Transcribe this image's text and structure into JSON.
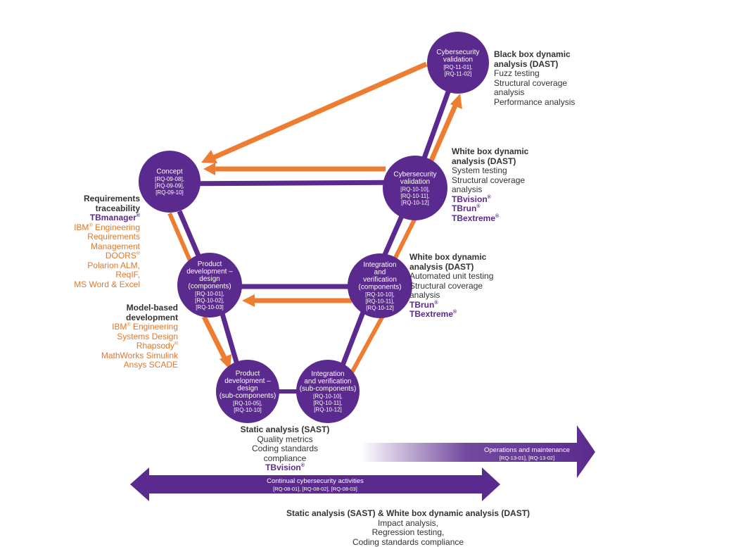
{
  "colors": {
    "purple": "#5b2a8e",
    "orange": "#ed7d31",
    "heading_text": "#333333",
    "orange_text": "#e0782a"
  },
  "nodes": {
    "concept": {
      "title": [
        "Concept"
      ],
      "reqs": [
        "[RQ-09-08],",
        "[RQ-09-09],",
        "[RQ-09-10]"
      ]
    },
    "design_components": {
      "title": [
        "Product",
        "development –",
        "design",
        "(components)"
      ],
      "reqs": [
        "[RQ-10-01],",
        "[RQ-10-02],",
        "[RQ-10-03]"
      ]
    },
    "design_subcomponents": {
      "title": [
        "Product",
        "development –",
        "design",
        "(sub-components)"
      ],
      "reqs": [
        "[RQ-10-05],",
        "[RQ-10-10]"
      ]
    },
    "integration_subcomponents": {
      "title": [
        "Integration",
        "and verification",
        "(sub-components)"
      ],
      "reqs": [
        "[RQ-10-10],",
        "[RQ-10-11],",
        "[RQ-10-12]"
      ]
    },
    "integration_components": {
      "title": [
        "Integration",
        "and",
        "verification",
        "(components)"
      ],
      "reqs": [
        "[RQ-10-10],",
        "[RQ-10-11],",
        "[RQ-10-12]"
      ]
    },
    "cyber_validation_10": {
      "title": [
        "Cybersecurity",
        "validation"
      ],
      "reqs": [
        "[RQ-10-10],",
        "[RQ-10-11],",
        "[RQ-10-12]"
      ]
    },
    "cyber_validation_11": {
      "title": [
        "Cybersecurity",
        "validation"
      ],
      "reqs": [
        "[RQ-11-01],",
        "[RQ-11-02]"
      ]
    }
  },
  "labels": {
    "black_box": {
      "heading": [
        "Black box dynamic",
        "analysis (DAST)"
      ],
      "items": [
        "Fuzz testing",
        "Structural coverage",
        "analysis",
        "Performance analysis"
      ]
    },
    "white_box_system": {
      "heading": [
        "White box dynamic",
        "analysis (DAST)"
      ],
      "items": [
        "System testing",
        "Structural coverage",
        "analysis"
      ],
      "tools": [
        "TBvision",
        "TBrun",
        "TBextreme"
      ]
    },
    "white_box_unit": {
      "heading": [
        "White box dynamic",
        "analysis (DAST)"
      ],
      "items": [
        "Automated unit testing",
        "Structural coverage",
        "analysis"
      ],
      "tools": [
        "TBrun",
        "TBextreme"
      ]
    },
    "requirements": {
      "heading": [
        "Requirements",
        "traceability"
      ],
      "tool": "TBmanager",
      "third_party": [
        "IBM",
        " Engineering",
        "Requirements",
        "Management",
        "DOORS",
        "Polarion ALM,",
        "ReqIF,",
        "MS Word & Excel"
      ]
    },
    "model_based": {
      "heading": [
        "Model-based",
        "development"
      ],
      "third_party": [
        "IBM",
        " Engineering",
        "Systems Design",
        "Rhapsody",
        "MathWorks Simulink",
        "Ansys SCADE"
      ]
    },
    "static_analysis": {
      "heading": "Static analysis (SAST)",
      "items": [
        "Quality metrics",
        "Coding standards",
        "compliance"
      ],
      "tool": "TBvision"
    },
    "bottom": {
      "heading": "Static analysis (SAST) & White box dynamic analysis (DAST)",
      "items": [
        "Impact analysis,",
        "Regression testing,",
        "Coding standards compliance"
      ]
    },
    "registered": "®"
  },
  "banners": {
    "operations": {
      "title": "Operations and maintenance",
      "reqs": "[RQ-13-01], [RQ-13-02]"
    },
    "continual": {
      "title": "Continual cybersecurity activities",
      "reqs": "[RQ-08-01], [RQ-08-02], [RQ-08-03]"
    }
  }
}
